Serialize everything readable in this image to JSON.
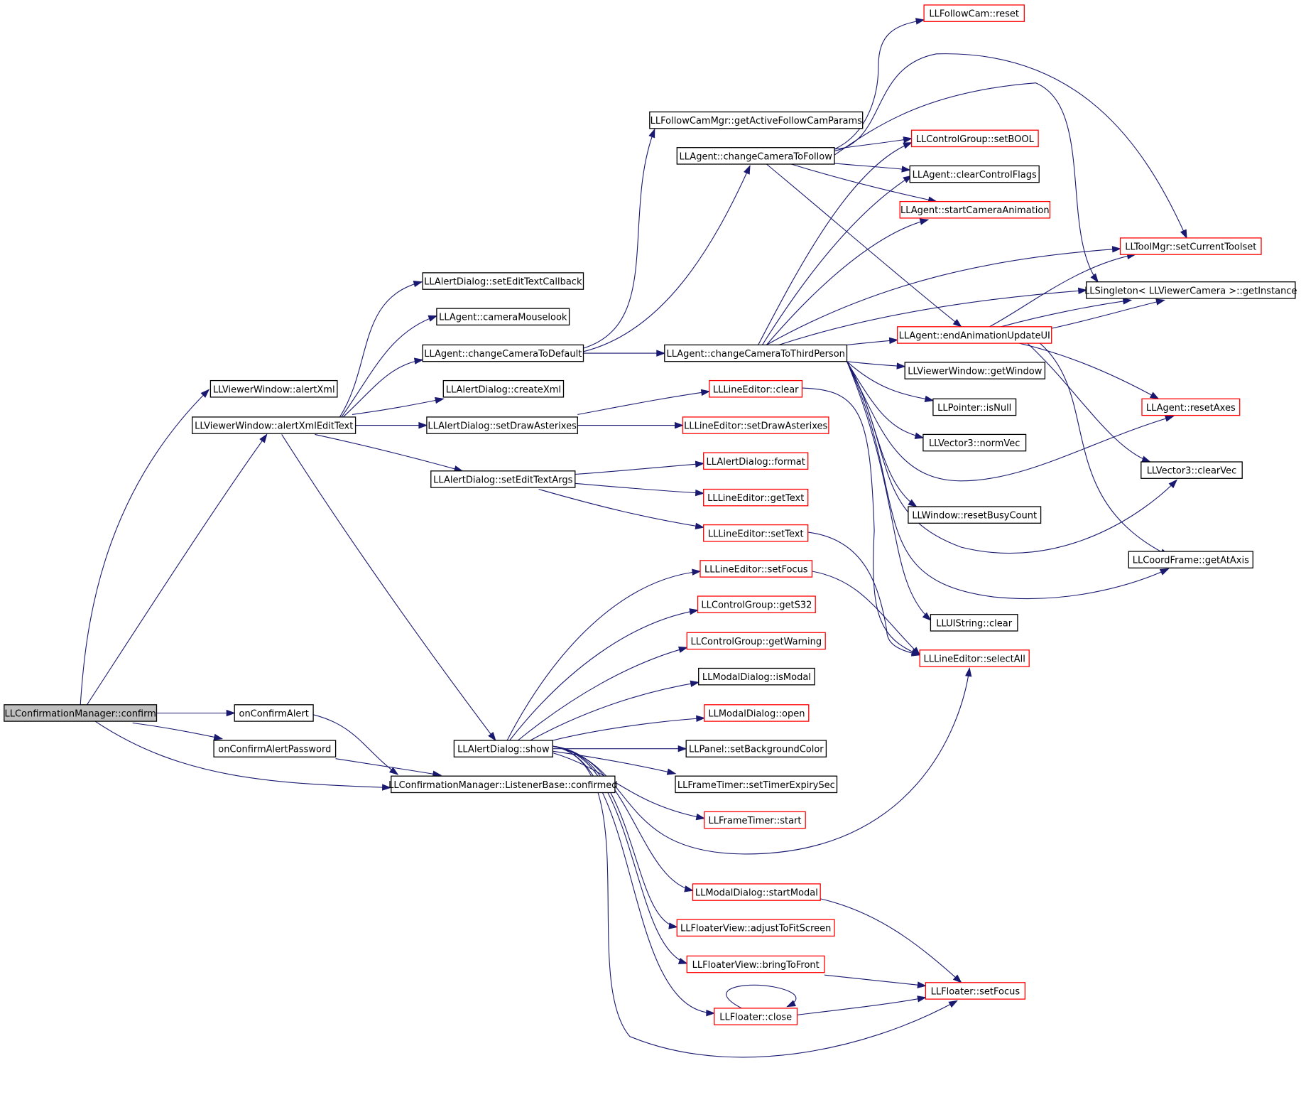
{
  "colors": {
    "edge": "#191970",
    "border_normal": "#000000",
    "border_external": "#ff0000",
    "root_fill": "#bfbfbf",
    "node_fill": "#ffffff"
  },
  "nodes": [
    {
      "id": "confirm",
      "label": "LLConfirmationManager::confirm",
      "style": "root"
    },
    {
      "id": "alertXml",
      "label": "LLViewerWindow::alertXml",
      "style": "normal"
    },
    {
      "id": "alertXmlEditText",
      "label": "LLViewerWindow::alertXmlEditText",
      "style": "normal"
    },
    {
      "id": "onConfirmAlert",
      "label": "onConfirmAlert",
      "style": "normal"
    },
    {
      "id": "onConfirmAlertPassword",
      "label": "onConfirmAlertPassword",
      "style": "normal"
    },
    {
      "id": "confirmed",
      "label": "LLConfirmationManager::ListenerBase::confirmed",
      "style": "normal"
    },
    {
      "id": "setEditTextCallback",
      "label": "LLAlertDialog::setEditTextCallback",
      "style": "normal"
    },
    {
      "id": "cameraMouselook",
      "label": "LLAgent::cameraMouselook",
      "style": "normal"
    },
    {
      "id": "changeCameraToDefault",
      "label": "LLAgent::changeCameraToDefault",
      "style": "normal"
    },
    {
      "id": "createXml",
      "label": "LLAlertDialog::createXml",
      "style": "normal"
    },
    {
      "id": "setDrawAsterixes",
      "label": "LLAlertDialog::setDrawAsterixes",
      "style": "normal"
    },
    {
      "id": "setEditTextArgs",
      "label": "LLAlertDialog::setEditTextArgs",
      "style": "normal"
    },
    {
      "id": "show",
      "label": "LLAlertDialog::show",
      "style": "normal"
    },
    {
      "id": "getActiveFollowCamParams",
      "label": "LLFollowCamMgr::getActiveFollowCamParams",
      "style": "normal"
    },
    {
      "id": "changeCameraToFollow",
      "label": "LLAgent::changeCameraToFollow",
      "style": "normal"
    },
    {
      "id": "changeCameraToThirdPerson",
      "label": "LLAgent::changeCameraToThirdPerson",
      "style": "normal"
    },
    {
      "id": "lineClear",
      "label": "LLLineEditor::clear",
      "style": "external"
    },
    {
      "id": "lineSetDrawAsterixes",
      "label": "LLLineEditor::setDrawAsterixes",
      "style": "external"
    },
    {
      "id": "format",
      "label": "LLAlertDialog::format",
      "style": "external"
    },
    {
      "id": "getText",
      "label": "LLLineEditor::getText",
      "style": "external"
    },
    {
      "id": "setText",
      "label": "LLLineEditor::setText",
      "style": "external"
    },
    {
      "id": "lineSetFocus",
      "label": "LLLineEditor::setFocus",
      "style": "external"
    },
    {
      "id": "getS32",
      "label": "LLControlGroup::getS32",
      "style": "external"
    },
    {
      "id": "getWarning",
      "label": "LLControlGroup::getWarning",
      "style": "external"
    },
    {
      "id": "isModal",
      "label": "LLModalDialog::isModal",
      "style": "normal"
    },
    {
      "id": "open",
      "label": "LLModalDialog::open",
      "style": "external"
    },
    {
      "id": "setBackgroundColor",
      "label": "LLPanel::setBackgroundColor",
      "style": "normal"
    },
    {
      "id": "setTimerExpirySec",
      "label": "LLFrameTimer::setTimerExpirySec",
      "style": "normal"
    },
    {
      "id": "timerStart",
      "label": "LLFrameTimer::start",
      "style": "external"
    },
    {
      "id": "startModal",
      "label": "LLModalDialog::startModal",
      "style": "external"
    },
    {
      "id": "adjustToFitScreen",
      "label": "LLFloaterView::adjustToFitScreen",
      "style": "external"
    },
    {
      "id": "bringToFront",
      "label": "LLFloaterView::bringToFront",
      "style": "external"
    },
    {
      "id": "floaterClose",
      "label": "LLFloater::close",
      "style": "external"
    },
    {
      "id": "followCamReset",
      "label": "LLFollowCam::reset",
      "style": "external"
    },
    {
      "id": "setBOOL",
      "label": "LLControlGroup::setBOOL",
      "style": "external"
    },
    {
      "id": "clearControlFlags",
      "label": "LLAgent::clearControlFlags",
      "style": "normal"
    },
    {
      "id": "startCameraAnimation",
      "label": "LLAgent::startCameraAnimation",
      "style": "external"
    },
    {
      "id": "endAnimationUpdateUI",
      "label": "LLAgent::endAnimationUpdateUI",
      "style": "external"
    },
    {
      "id": "getWindow",
      "label": "LLViewerWindow::getWindow",
      "style": "normal"
    },
    {
      "id": "isNull",
      "label": "LLPointer::isNull",
      "style": "normal"
    },
    {
      "id": "normVec",
      "label": "LLVector3::normVec",
      "style": "normal"
    },
    {
      "id": "resetBusyCount",
      "label": "LLWindow::resetBusyCount",
      "style": "normal"
    },
    {
      "id": "uiStringClear",
      "label": "LLUIString::clear",
      "style": "normal"
    },
    {
      "id": "selectAll",
      "label": "LLLineEditor::selectAll",
      "style": "external"
    },
    {
      "id": "floaterSetFocus",
      "label": "LLFloater::setFocus",
      "style": "external"
    },
    {
      "id": "setCurrentToolset",
      "label": "LLToolMgr::setCurrentToolset",
      "style": "external"
    },
    {
      "id": "getInstance",
      "label": "LLSingleton< LLViewerCamera >::getInstance",
      "style": "normal"
    },
    {
      "id": "resetAxes",
      "label": "LLAgent::resetAxes",
      "style": "external"
    },
    {
      "id": "clearVec",
      "label": "LLVector3::clearVec",
      "style": "normal"
    },
    {
      "id": "getAtAxis",
      "label": "LLCoordFrame::getAtAxis",
      "style": "normal"
    }
  ],
  "edges": [
    {
      "from": "confirm",
      "to": "alertXml"
    },
    {
      "from": "confirm",
      "to": "alertXmlEditText"
    },
    {
      "from": "confirm",
      "to": "onConfirmAlert"
    },
    {
      "from": "confirm",
      "to": "onConfirmAlertPassword"
    },
    {
      "from": "confirm",
      "to": "confirmed"
    },
    {
      "from": "onConfirmAlert",
      "to": "confirmed"
    },
    {
      "from": "onConfirmAlertPassword",
      "to": "confirmed"
    },
    {
      "from": "alertXmlEditText",
      "to": "setEditTextCallback"
    },
    {
      "from": "alertXmlEditText",
      "to": "cameraMouselook"
    },
    {
      "from": "alertXmlEditText",
      "to": "changeCameraToDefault"
    },
    {
      "from": "alertXmlEditText",
      "to": "createXml"
    },
    {
      "from": "alertXmlEditText",
      "to": "setDrawAsterixes"
    },
    {
      "from": "alertXmlEditText",
      "to": "setEditTextArgs"
    },
    {
      "from": "alertXmlEditText",
      "to": "show"
    },
    {
      "from": "changeCameraToDefault",
      "to": "getActiveFollowCamParams"
    },
    {
      "from": "changeCameraToDefault",
      "to": "changeCameraToFollow"
    },
    {
      "from": "changeCameraToDefault",
      "to": "changeCameraToThirdPerson"
    },
    {
      "from": "setDrawAsterixes",
      "to": "lineClear"
    },
    {
      "from": "setDrawAsterixes",
      "to": "lineSetDrawAsterixes"
    },
    {
      "from": "setEditTextArgs",
      "to": "format"
    },
    {
      "from": "setEditTextArgs",
      "to": "getText"
    },
    {
      "from": "setEditTextArgs",
      "to": "setText"
    },
    {
      "from": "show",
      "to": "lineSetFocus"
    },
    {
      "from": "show",
      "to": "getS32"
    },
    {
      "from": "show",
      "to": "getWarning"
    },
    {
      "from": "show",
      "to": "isModal"
    },
    {
      "from": "show",
      "to": "open"
    },
    {
      "from": "show",
      "to": "setBackgroundColor"
    },
    {
      "from": "show",
      "to": "setTimerExpirySec"
    },
    {
      "from": "show",
      "to": "timerStart"
    },
    {
      "from": "show",
      "to": "selectAll"
    },
    {
      "from": "show",
      "to": "startModal"
    },
    {
      "from": "show",
      "to": "adjustToFitScreen"
    },
    {
      "from": "show",
      "to": "bringToFront"
    },
    {
      "from": "show",
      "to": "floaterClose"
    },
    {
      "from": "show",
      "to": "floaterSetFocus"
    },
    {
      "from": "changeCameraToFollow",
      "to": "followCamReset"
    },
    {
      "from": "changeCameraToFollow",
      "to": "setBOOL"
    },
    {
      "from": "changeCameraToFollow",
      "to": "clearControlFlags"
    },
    {
      "from": "changeCameraToFollow",
      "to": "startCameraAnimation"
    },
    {
      "from": "changeCameraToFollow",
      "to": "endAnimationUpdateUI"
    },
    {
      "from": "changeCameraToFollow",
      "to": "setCurrentToolset"
    },
    {
      "from": "changeCameraToFollow",
      "to": "getInstance"
    },
    {
      "from": "changeCameraToThirdPerson",
      "to": "setBOOL"
    },
    {
      "from": "changeCameraToThirdPerson",
      "to": "clearControlFlags"
    },
    {
      "from": "changeCameraToThirdPerson",
      "to": "startCameraAnimation"
    },
    {
      "from": "changeCameraToThirdPerson",
      "to": "setCurrentToolset"
    },
    {
      "from": "changeCameraToThirdPerson",
      "to": "getInstance"
    },
    {
      "from": "changeCameraToThirdPerson",
      "to": "endAnimationUpdateUI"
    },
    {
      "from": "changeCameraToThirdPerson",
      "to": "getWindow"
    },
    {
      "from": "changeCameraToThirdPerson",
      "to": "isNull"
    },
    {
      "from": "changeCameraToThirdPerson",
      "to": "normVec"
    },
    {
      "from": "changeCameraToThirdPerson",
      "to": "resetAxes"
    },
    {
      "from": "changeCameraToThirdPerson",
      "to": "resetBusyCount"
    },
    {
      "from": "changeCameraToThirdPerson",
      "to": "clearVec"
    },
    {
      "from": "changeCameraToThirdPerson",
      "to": "getAtAxis"
    },
    {
      "from": "changeCameraToThirdPerson",
      "to": "uiStringClear"
    },
    {
      "from": "endAnimationUpdateUI",
      "to": "setCurrentToolset"
    },
    {
      "from": "endAnimationUpdateUI",
      "to": "getInstance"
    },
    {
      "from": "endAnimationUpdateUI",
      "to": "resetAxes"
    },
    {
      "from": "endAnimationUpdateUI",
      "to": "clearVec"
    },
    {
      "from": "endAnimationUpdateUI",
      "to": "getAtAxis"
    },
    {
      "from": "lineClear",
      "to": "selectAll"
    },
    {
      "from": "setText",
      "to": "selectAll"
    },
    {
      "from": "lineSetFocus",
      "to": "selectAll"
    },
    {
      "from": "startModal",
      "to": "floaterSetFocus"
    },
    {
      "from": "bringToFront",
      "to": "floaterSetFocus"
    },
    {
      "from": "floaterClose",
      "to": "floaterSetFocus"
    },
    {
      "from": "floaterClose",
      "to": "floaterClose"
    }
  ]
}
